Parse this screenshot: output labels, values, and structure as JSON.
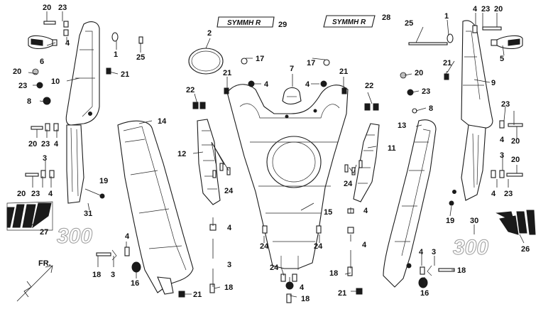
{
  "diagram": {
    "callouts": [
      "1",
      "2",
      "3",
      "4",
      "5",
      "6",
      "7",
      "8",
      "9",
      "10",
      "11",
      "12",
      "13",
      "14",
      "15",
      "16",
      "17",
      "18",
      "19",
      "20",
      "21",
      "22",
      "23",
      "24",
      "25",
      "26",
      "27",
      "28",
      "29",
      "30",
      "31"
    ],
    "emblem_text": "SYMMH R",
    "decal_text": "300",
    "direction_label": "FR."
  },
  "colors": {
    "line": "#1a1a1a",
    "background": "#ffffff",
    "decal_outline": "#9a9a9a"
  }
}
